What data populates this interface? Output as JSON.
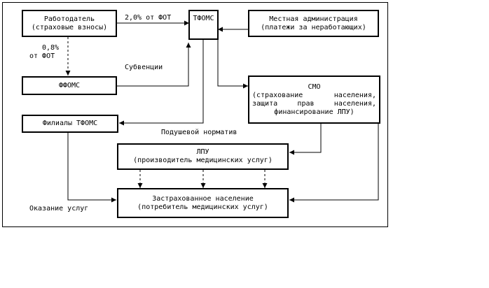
{
  "nodes": {
    "employer": {
      "line1": "Работодатель",
      "line2": "(страховые взносы)"
    },
    "tfoms": {
      "label": "ТФОМС"
    },
    "local_admin": {
      "line1": "Местная администрация",
      "line2": "(платежи за неработающих)"
    },
    "ffoms": {
      "label": "ФФОМС"
    },
    "smo": {
      "line1": "СМО",
      "line2": "(страхование населения,",
      "line3": "защита прав населения,",
      "line4": "финансирование ЛПУ)"
    },
    "branches": {
      "label": "Филиалы ТФОМС"
    },
    "lpu": {
      "line1": "ЛПУ",
      "line2": "(производитель медицинских услуг)"
    },
    "insured": {
      "line1": "Застрахованное население",
      "line2": "(потребитель медицинских услуг)"
    }
  },
  "edge_labels": {
    "employer_to_tfoms": "2,0% от ФОТ",
    "employer_to_ffoms_line1": "0,8%",
    "employer_to_ffoms_line2": "от ФОТ",
    "subsidy": "Субвенции",
    "per_capita": "Подушевой норматив",
    "services": "Оказание услуг"
  }
}
